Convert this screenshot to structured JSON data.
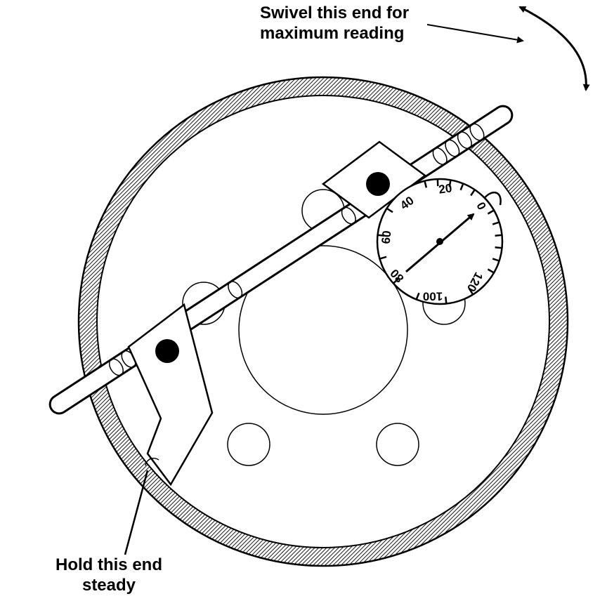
{
  "labels": {
    "swivel_line1": "Swivel this end for",
    "swivel_line2": "maximum reading",
    "hold_line1": "Hold this end",
    "hold_line2": "steady"
  },
  "dial": {
    "numbers": [
      "20",
      "0",
      "40",
      "60",
      "80",
      "100",
      "120"
    ]
  },
  "colors": {
    "ink": "#000000",
    "paper": "#ffffff"
  }
}
